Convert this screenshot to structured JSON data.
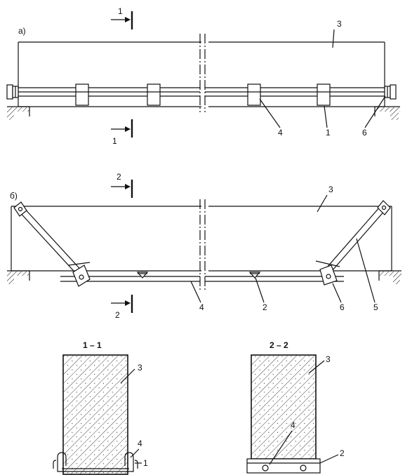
{
  "panel_a": {
    "label": "а)",
    "section_mark": "1",
    "callouts": [
      "3",
      "4",
      "1",
      "6"
    ]
  },
  "panel_b": {
    "label": "б)",
    "section_mark": "2",
    "callouts": [
      "3",
      "4",
      "2",
      "6",
      "5"
    ]
  },
  "section_1": {
    "title": "1 – 1",
    "callouts": [
      "3",
      "4",
      "1"
    ]
  },
  "section_2": {
    "title": "2 – 2",
    "callouts": [
      "3",
      "4",
      "2"
    ]
  }
}
